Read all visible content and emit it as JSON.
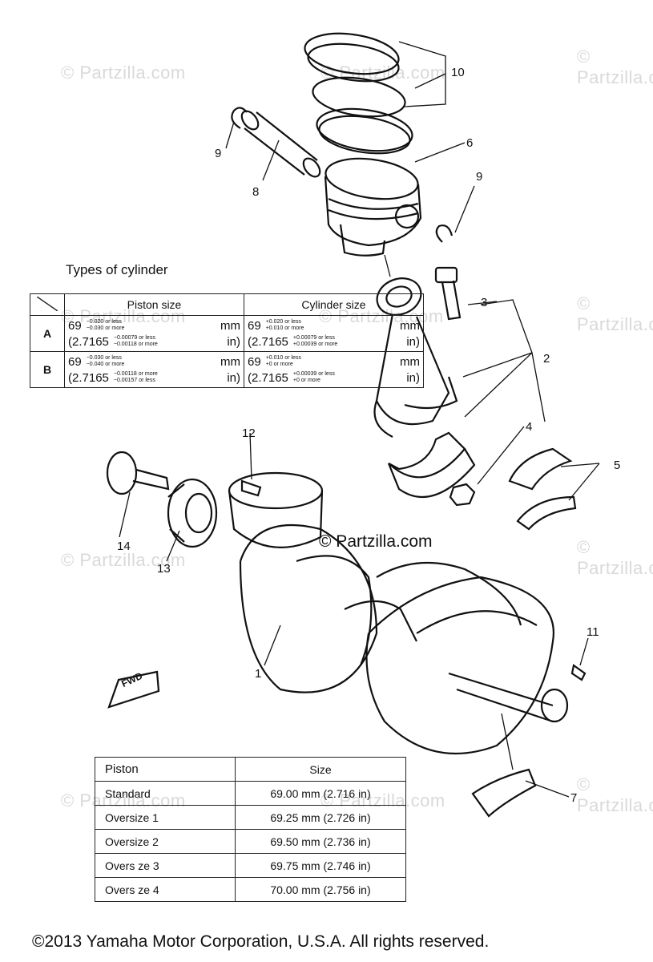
{
  "diagram": {
    "cylinder_table": {
      "title": "Types of cylinder",
      "col_piston": "Piston size",
      "col_cylinder": "Cylinder size",
      "rows": [
        {
          "grade": "A",
          "piston_mm": "69",
          "piston_mm_tol": [
            "−0.020 or less",
            "−0.030 or more"
          ],
          "piston_in": "(2.7165",
          "piston_in_tol": [
            "−0.00079 or less",
            "−0.00118 or more"
          ],
          "cyl_mm": "69",
          "cyl_mm_tol": [
            "+0.020 or less",
            "+0.010 or more"
          ],
          "cyl_in": "(2.7165",
          "cyl_in_tol": [
            "+0.00079 or less",
            "+0.00039 or more"
          ]
        },
        {
          "grade": "B",
          "piston_mm": "69",
          "piston_mm_tol": [
            "−0.030 or less",
            "−0.040 or more"
          ],
          "piston_in": "(2.7165",
          "piston_in_tol": [
            "−0.00118 or more",
            "−0.00157 or less"
          ],
          "cyl_mm": "69",
          "cyl_mm_tol": [
            "+0.010 or less",
            "+0 or more"
          ],
          "cyl_in": "(2.7165",
          "cyl_in_tol": [
            "+0.00039 or less",
            "+0 or more"
          ]
        }
      ],
      "unit_mm": "mm",
      "unit_in": "in)"
    },
    "oversize_table": {
      "col_piston": "Piston",
      "col_size": "Size",
      "rows": [
        {
          "name": "Standard",
          "size": "69.00 mm (2.716 in)"
        },
        {
          "name": "Oversize 1",
          "size": "69.25 mm (2.726 in)"
        },
        {
          "name": "Oversize 2",
          "size": "69.50 mm (2.736 in)"
        },
        {
          "name": "Overs ze 3",
          "size": "69.75 mm (2.746 in)"
        },
        {
          "name": "Overs ze 4",
          "size": "70.00 mm (2.756 in)"
        }
      ]
    },
    "callouts": [
      "1",
      "2",
      "3",
      "4",
      "5",
      "6",
      "7",
      "8",
      "9",
      "9",
      "10",
      "11",
      "12",
      "13",
      "14"
    ],
    "fwd_label": "FWD",
    "brand": "© Partzilla.com",
    "watermark": "© Partzilla.com",
    "copyright": "©2013 Yamaha Motor Corporation, U.S.A. All rights reserved."
  }
}
